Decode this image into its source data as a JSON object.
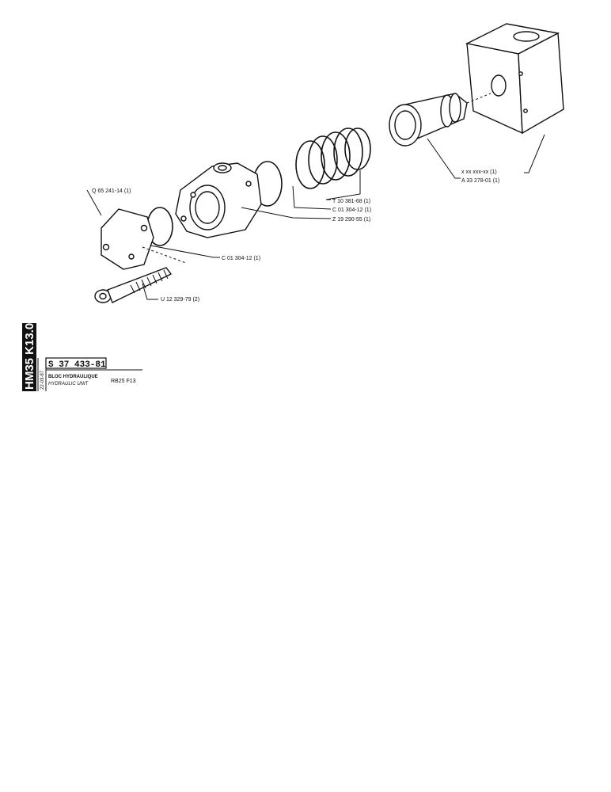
{
  "callouts": {
    "xx_part": "x xx xxx-xx (1)",
    "a33": "A 33 278-01 (1)",
    "t10": "T 10 381-68 (1)",
    "c01_upper": "C 01 304-12 (1)",
    "z19": "Z 19 290-55 (1)",
    "q65": "Q 65 241-14 (1)",
    "c01_lower": "C 01 304-12 (1)",
    "u12": "U 12 329-79 (2)"
  },
  "title_block": {
    "vertical_code": "HM35 K13.0",
    "date": "22-03-87",
    "ref": "S 37 433-81",
    "name_fr": "BLOC HYDRAULIQUE",
    "name_en": "HYDRAULIC UNIT",
    "model": "RB25 F13"
  }
}
